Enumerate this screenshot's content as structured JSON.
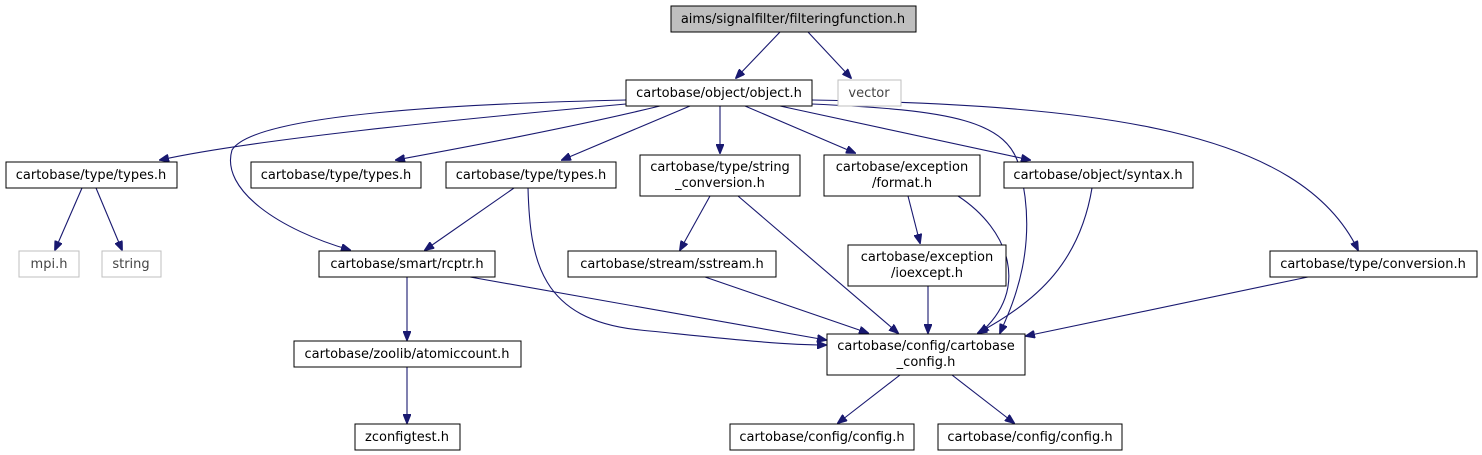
{
  "nodes": {
    "filteringfunction": {
      "lines": [
        "aims/signalfilter/filteringfunction.h"
      ]
    },
    "object": {
      "lines": [
        "cartobase/object/object.h"
      ]
    },
    "vector": {
      "lines": [
        "vector"
      ]
    },
    "types_1": {
      "lines": [
        "cartobase/type/types.h"
      ]
    },
    "types_2": {
      "lines": [
        "cartobase/type/types.h"
      ]
    },
    "types_3": {
      "lines": [
        "cartobase/type/types.h"
      ]
    },
    "string_conversion": {
      "lines": [
        "cartobase/type/string",
        "_conversion.h"
      ]
    },
    "exception_format": {
      "lines": [
        "cartobase/exception",
        "/format.h"
      ]
    },
    "syntax": {
      "lines": [
        "cartobase/object/syntax.h"
      ]
    },
    "mpi": {
      "lines": [
        "mpi.h"
      ]
    },
    "string": {
      "lines": [
        "string"
      ]
    },
    "rcptr": {
      "lines": [
        "cartobase/smart/rcptr.h"
      ]
    },
    "sstream": {
      "lines": [
        "cartobase/stream/sstream.h"
      ]
    },
    "ioexcept": {
      "lines": [
        "cartobase/exception",
        "/ioexcept.h"
      ]
    },
    "conversion": {
      "lines": [
        "cartobase/type/conversion.h"
      ]
    },
    "cartobase_config": {
      "lines": [
        "cartobase/config/cartobase",
        "_config.h"
      ]
    },
    "atomiccount": {
      "lines": [
        "cartobase/zoolib/atomiccount.h"
      ]
    },
    "zconfigtest": {
      "lines": [
        "zconfigtest.h"
      ]
    },
    "config_1": {
      "lines": [
        "cartobase/config/config.h"
      ]
    },
    "config_2": {
      "lines": [
        "cartobase/config/config.h"
      ]
    }
  },
  "colors": {
    "edge": "#191970",
    "root_fill": "#bfbfbf",
    "missing_border": "#bfbfbf"
  }
}
